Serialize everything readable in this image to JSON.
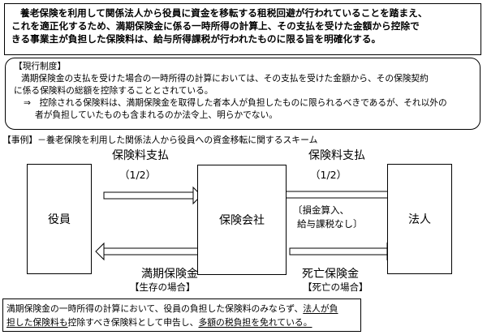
{
  "summary": {
    "lines": [
      "養老保険を利用して関係法人から役員に資金を移転する租税回避が行われていることを踏まえ、",
      "これを適正化するため、満期保険金に係る一時所得の計算上、その支払を受けた金額から控除で",
      "きる事業主が負担した保険料は、給与所得課税が行われたものに限る旨を明確化する。"
    ]
  },
  "current_system": {
    "heading": "【現行制度】",
    "lines": [
      "満期保険金の支払を受けた場合の一時所得の計算においては、その支払を受けた金額から、その保険契約",
      "に係る保険料の総額を控除することとされている。",
      "⇒　控除される保険料は、満期保険金を取得した者本人が負担したものに限られるべきであるが、それ以外の",
      "者が負担していたものも含まれるのか法令上、明らかでない。"
    ]
  },
  "case": {
    "title": "【事例】－養老保険を利用した関係法人から役員への資金移転に関するスキーム",
    "entities": {
      "officer": "役員",
      "insurer": "保険会社",
      "corporation": "法人"
    },
    "left_premium": {
      "label": "保険料支払",
      "ratio": "（1/2）"
    },
    "right_premium": {
      "label": "保険料支払",
      "ratio": "（1/2）"
    },
    "right_note": [
      "〔損金算入、",
      "給与課税なし〕"
    ],
    "maturity": {
      "label": "満期保険金",
      "condition": "【生存の場合】"
    },
    "death": {
      "label": "死亡保険金",
      "condition": "【死亡の場合】"
    },
    "note": {
      "line1_plain": "満期保険金の一時所得の計算において、役員の負担した保険料のみならず、",
      "line1_ul": "法人が負",
      "line2_ul1": "担した保険料も",
      "line2_mid": "控除すべき保険料として申告し、",
      "line2_ul2": "多額の税負担を免れている。"
    }
  }
}
